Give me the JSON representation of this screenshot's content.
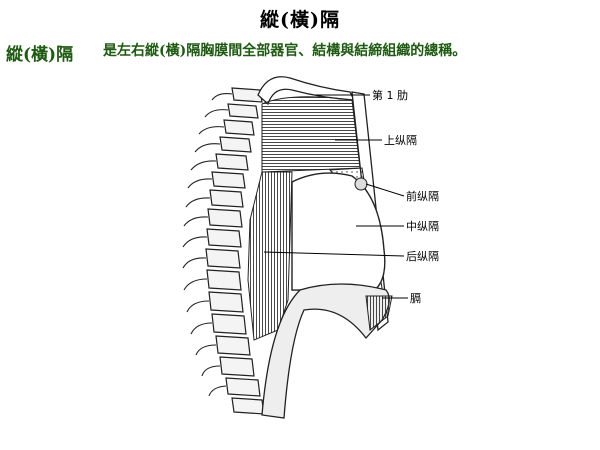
{
  "title": "縱(橫)隔",
  "term": "縱(橫)隔",
  "definition": "是左右縱(橫)隔胸膜間全部器官、結構與結締組織的總稱。",
  "diagram": {
    "labels": {
      "rib1": "第 1 肋",
      "superior": "上纵隔",
      "anterior": "前纵隔",
      "middle": "中纵隔",
      "posterior": "后纵隔",
      "diaphragm": "膈"
    }
  }
}
